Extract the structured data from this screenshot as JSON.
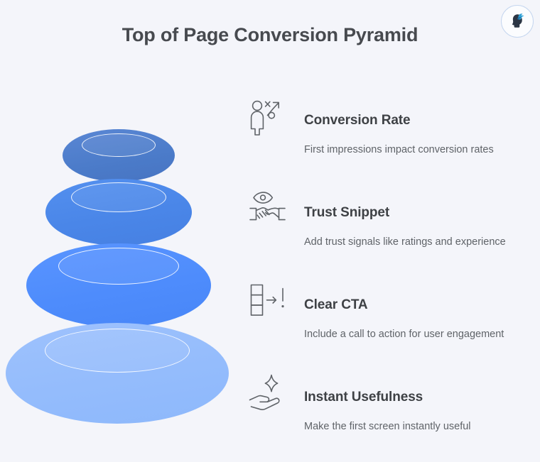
{
  "header": {
    "title": "Top of Page Conversion Pyramid",
    "logo": {
      "name": "woman-head-silhouette-logo",
      "colors": {
        "silhouette": "#2b3544",
        "hair_accent": "#2e9fd4",
        "hair_accent_dark": "#1d6fa5",
        "badge_border": "#c5d6ef",
        "badge_fill": "#fbfcfe"
      }
    }
  },
  "theme": {
    "background": "#f4f5fa",
    "title_color": "#474a4f",
    "heading_color": "#3e4145",
    "body_color": "#5f6368",
    "icon_color": "#5f6368"
  },
  "pyramid": {
    "name": "stacked-stone-pyramid",
    "layer_count": 4,
    "layers": [
      {
        "index": 1,
        "position": "top",
        "color": "#4b7bc9",
        "ring_color": "#ffffff",
        "linked_item": "Conversion Rate"
      },
      {
        "index": 2,
        "position": "upper-middle",
        "color": "#4a86e8",
        "ring_color": "#ffffff",
        "linked_item": "Trust Snippet"
      },
      {
        "index": 3,
        "position": "lower-middle",
        "color": "#4e8cfc",
        "ring_color": "#ffffff",
        "linked_item": "Clear CTA"
      },
      {
        "index": 4,
        "position": "bottom",
        "color": "#94bcfc",
        "ring_color": "#ffffff",
        "linked_item": "Instant Usefulness"
      }
    ]
  },
  "items": [
    {
      "icon_name": "person-conversion-arrow-icon",
      "heading": "Conversion Rate",
      "description": "First impressions impact conversion rates"
    },
    {
      "icon_name": "eye-handshake-trust-icon",
      "heading": "Trust Snippet",
      "description": "Add trust signals like ratings and experience"
    },
    {
      "icon_name": "stacked-blocks-arrow-exclamation-icon",
      "heading": "Clear CTA",
      "description": "Include a call to action for user engagement"
    },
    {
      "icon_name": "hand-sparkle-icon",
      "heading": "Instant Usefulness",
      "description": "Make the first screen instantly useful"
    }
  ]
}
